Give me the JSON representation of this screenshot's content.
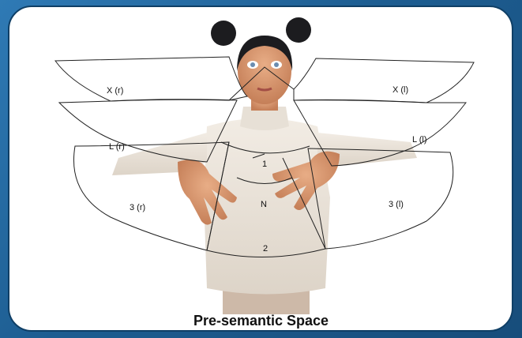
{
  "caption": "Pre-semantic Space",
  "zones": {
    "x_r": "X (r)",
    "x_l": "X (l)",
    "l_r": "L (r)",
    "l_l": "L (l)",
    "three_r": "3 (r)",
    "three_l": "3 (l)",
    "one": "1",
    "n": "N",
    "two": "2"
  },
  "colors": {
    "frame_blue": "#1f5e8e",
    "panel": "#ffffff",
    "sweater": "#ede6dc",
    "skin": "#d9956b",
    "hair": "#1c1c1f",
    "lines": "#222222"
  }
}
